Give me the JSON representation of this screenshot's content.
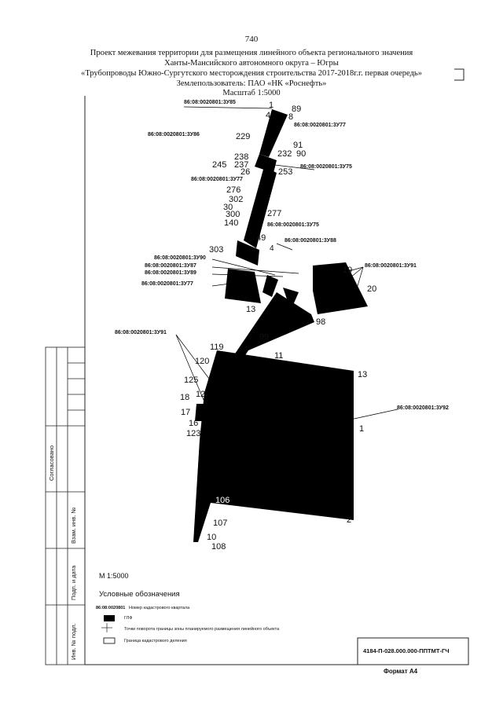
{
  "header": {
    "page_number": "740",
    "line1": "Проект  межевания территории для размещения линейного объекта регионального значения",
    "line2": "Ханты-Мансийского автономного округа – Югры",
    "line3": "«Трубопроводы Южно-Сургутского месторождения строительства 2017-2018г.г. первая очередь»",
    "line4": "Землепользователь: ПАО «НК «Роснефть»",
    "line5": "Масштаб 1:5000"
  },
  "map": {
    "parcel_labels": [
      "86:08:0020801:3У85",
      "86:08:0020801:3У77",
      "86:08:0020801:3У86",
      "86:08:0020801:3У75",
      "86:08:0020801:3У77",
      "86:08:0020801:3У75",
      "86:08:0020801:3У88",
      "86:08:0020801:3У90",
      "86:08:0020801:3У87",
      "86:08:0020801:3У89",
      "86:08:0020801:3У77",
      "86:08:0020801:3У91",
      "86:08:0020801:3У91",
      "86:08:0020801:3У92"
    ],
    "point_numbers": [
      "1",
      "89",
      "4",
      "8",
      "229",
      "91",
      "232",
      "90",
      "238",
      "245",
      "237",
      "26",
      "253",
      "276",
      "302",
      "30",
      "300",
      "277",
      "140",
      "49",
      "303",
      "4",
      "19",
      "20",
      "13",
      "98",
      "99",
      "119",
      "120",
      "11",
      "13",
      "125",
      "18",
      "12",
      "17",
      "16",
      "123",
      "1",
      "106",
      "107",
      "2",
      "10",
      "108"
    ]
  },
  "side_table": {
    "col_agreed": "Согласовано",
    "col_inv_replace": "Взам. инв. №",
    "col_sign_date": "Подп. и дата",
    "col_inv_orig": "Инв. № подл."
  },
  "legend": {
    "scale": "М 1:5000",
    "title": "Условные обозначения",
    "items": [
      {
        "symbol": "86:08:0020801",
        "label": "Номер кадастрового квартала"
      },
      {
        "symbol": "fill",
        "label": "ГЛФ"
      },
      {
        "symbol": "point",
        "label": "Точки поворота границы зоны планируемого размещения линейного объекта"
      },
      {
        "symbol": "box",
        "label": "Граница кадастрового деления"
      }
    ]
  },
  "stamp": {
    "code": "4184-П-028.000.000-ППТМТ-ГЧ",
    "format": "Формат А4"
  }
}
